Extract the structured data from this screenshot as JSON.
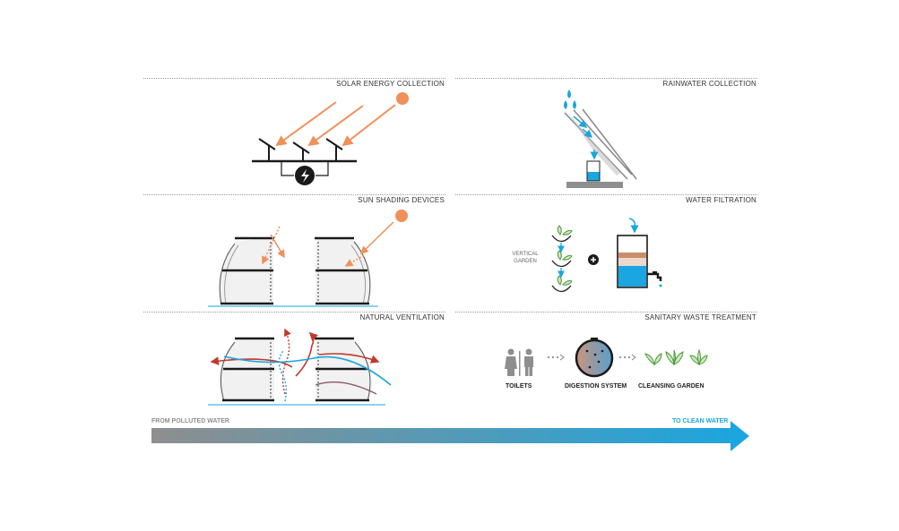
{
  "panels": {
    "solar": "SOLAR ENERGY COLLECTION",
    "rain": "RAINWATER COLLECTION",
    "shading": "SUN SHADING DEVICES",
    "filtration": "WATER FILTRATION",
    "ventilation": "NATURAL VENTILATION",
    "sanitary": "SANITARY WASTE TREATMENT"
  },
  "labels": {
    "vertical_garden": "VERTICAL GARDEN",
    "toilets": "TOILETS",
    "digestion": "DIGESTION SYSTEM",
    "cleansing": "CLEANSING GARDEN"
  },
  "gradient": {
    "from": "FROM POLLUTED WATER",
    "to": "TO CLEAN WATER"
  },
  "colors": {
    "orange": "#f0905a",
    "blue": "#1aa6e0",
    "red": "#c03a2b",
    "gray": "#8e8e8e",
    "dark": "#1a1a1a"
  }
}
